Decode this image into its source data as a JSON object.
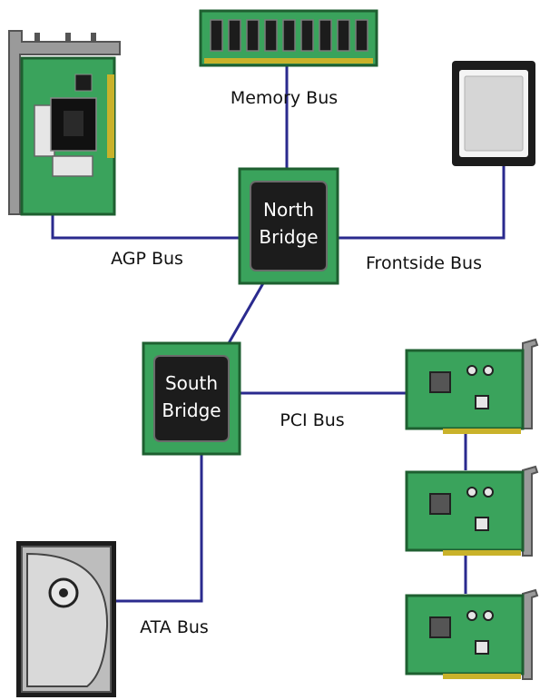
{
  "colors": {
    "bus_line": "#2a2a8e",
    "board_green": "#3aa35c",
    "board_outline": "#1e5f30",
    "chip_black": "#1c1c1c",
    "gold_contacts": "#c9b22a",
    "metal_bracket": "#9a9a9a",
    "cpu_silver": "#d6d6d6",
    "drive_gray": "#bdbdbd"
  },
  "components": {
    "memory_icon": "ram-module",
    "cpu_icon": "cpu-chip",
    "agp_card_icon": "graphics-card",
    "drive_icon": "hard-drive",
    "pci_card_icon": "expansion-card"
  },
  "chips": {
    "north_bridge": {
      "line1": "North",
      "line2": "Bridge"
    },
    "south_bridge": {
      "line1": "South",
      "line2": "Bridge"
    }
  },
  "buses": {
    "memory": "Memory Bus",
    "agp": "AGP Bus",
    "frontside": "Frontside Bus",
    "pci": "PCI Bus",
    "ata": "ATA Bus"
  }
}
